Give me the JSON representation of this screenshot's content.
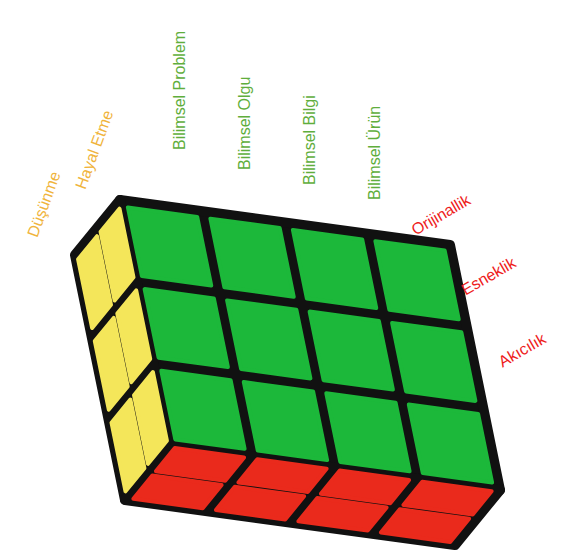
{
  "diagram": {
    "labels": [
      "Düşünme",
      "Hayal Etme",
      "Bilimsel Problem",
      "Bilimsel Olgu",
      "Bilimsel Bilgi",
      "Bilimsel Ürün",
      "Orijinallik",
      "Esneklik",
      "Akıcılık"
    ]
  }
}
